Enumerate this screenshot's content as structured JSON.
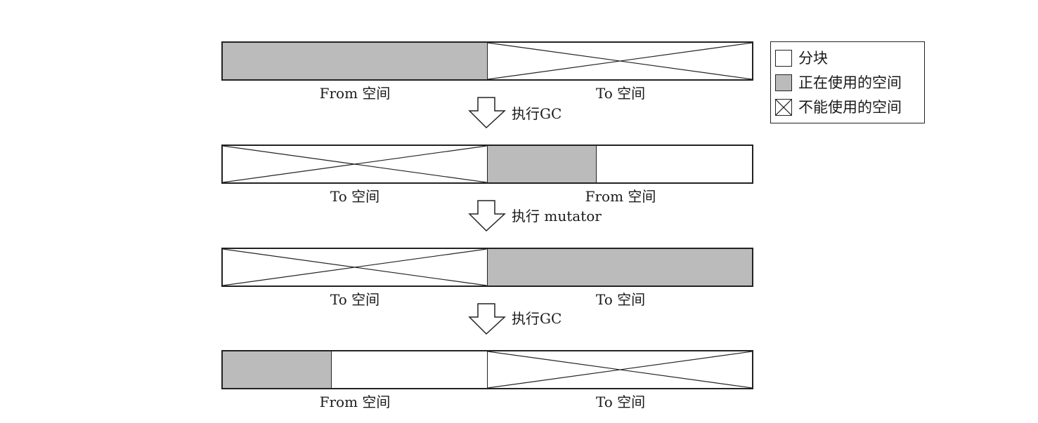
{
  "rows": [
    {
      "left": {
        "label": "From 空间",
        "state": "used",
        "fill": 1.0
      },
      "right": {
        "label": "To 空间",
        "state": "unusable"
      }
    },
    {
      "left": {
        "label": "To 空间",
        "state": "unusable"
      },
      "right": {
        "label": "From 空间",
        "state": "used",
        "fill": 0.41
      }
    },
    {
      "left": {
        "label": "To 空间",
        "state": "unusable"
      },
      "right": {
        "label": "To 空间",
        "state": "used",
        "fill": 1.0
      }
    },
    {
      "left": {
        "label": "From 空间",
        "state": "used",
        "fill": 0.41
      },
      "right": {
        "label": "To 空间",
        "state": "unusable"
      }
    }
  ],
  "steps": [
    "执行GC",
    "执行 mutator",
    "执行GC"
  ],
  "legend": {
    "items": [
      {
        "label": "分块",
        "state": "block"
      },
      {
        "label": "正在使用的空间",
        "state": "used"
      },
      {
        "label": "不能使用的空间",
        "state": "unusable"
      }
    ]
  },
  "colors": {
    "used_fill": "#bbbbbb",
    "line": "#222222",
    "background": "#ffffff"
  }
}
